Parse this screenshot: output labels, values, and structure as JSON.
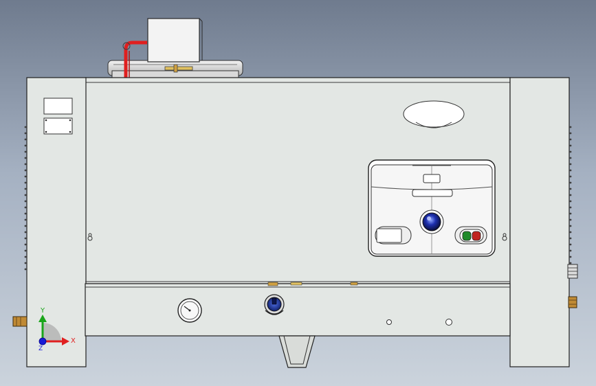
{
  "viewport": {
    "background_top": "#6f7b8e",
    "background_bottom": "#cbd3dc"
  },
  "model": {
    "panel_color": "#e3e7e4",
    "edge_color": "#202020",
    "pipe_color": "#e01f1f",
    "brass_color": "#c08a34",
    "knob_color": "#1d2fae"
  },
  "triad": {
    "x_label": "X",
    "y_label": "Y",
    "z_label": "Z",
    "x_color": "#e02020",
    "y_color": "#1aa51a",
    "z_color": "#1a1ad6"
  },
  "icons": {
    "triad": "axis-triad-icon",
    "gauge": "pressure-gauge-icon",
    "dial": "selector-knob-icon",
    "indicator": "blue-indicator-light-icon",
    "switch": "rocker-switch-icon"
  }
}
